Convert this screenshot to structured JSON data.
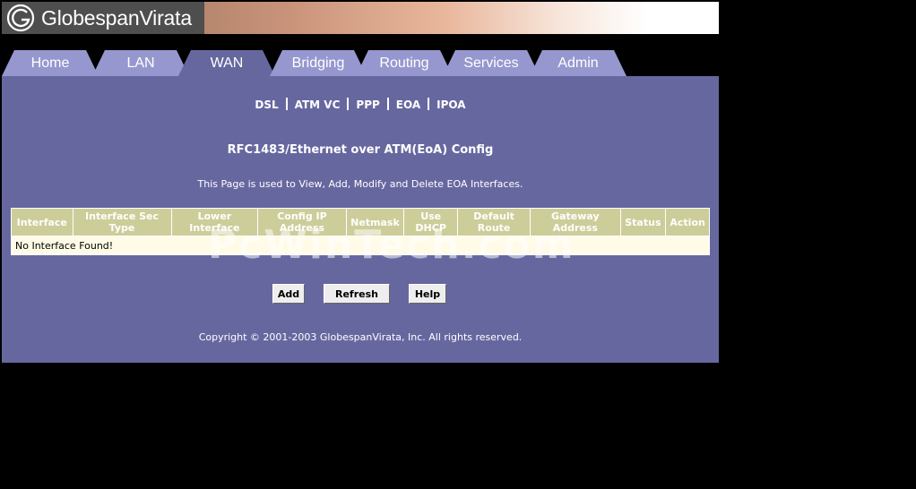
{
  "brand": {
    "name": "GlobespanVirata"
  },
  "tabs": [
    {
      "label": "Home"
    },
    {
      "label": "LAN"
    },
    {
      "label": "WAN"
    },
    {
      "label": "Bridging"
    },
    {
      "label": "Routing"
    },
    {
      "label": "Services"
    },
    {
      "label": "Admin"
    }
  ],
  "active_tab": "WAN",
  "subnav": [
    {
      "label": "DSL"
    },
    {
      "label": "ATM VC"
    },
    {
      "label": "PPP"
    },
    {
      "label": "EOA"
    },
    {
      "label": "IPOA"
    }
  ],
  "main": {
    "title": "RFC1483/Ethernet over ATM(EoA) Config",
    "description": "This Page is used to View, Add, Modify and Delete EOA Interfaces."
  },
  "table": {
    "headers": [
      "Interface",
      "Interface Sec Type",
      "Lower Interface",
      "Config IP Address",
      "Netmask",
      "Use DHCP",
      "Default Route",
      "Gateway Address",
      "Status",
      "Action"
    ],
    "empty_message": "No Interface Found!"
  },
  "buttons": {
    "add": "Add",
    "refresh": "Refresh",
    "help": "Help"
  },
  "watermark": "PcWinTech.com",
  "footer": {
    "copyright": "Copyright © 2001-2003 GlobespanVirata, Inc. All rights reserved."
  },
  "colors": {
    "panel": "#6767a0",
    "tab_inactive": "#9797cf",
    "table_header": "#cdcd9a",
    "table_row": "#fffbe6"
  }
}
